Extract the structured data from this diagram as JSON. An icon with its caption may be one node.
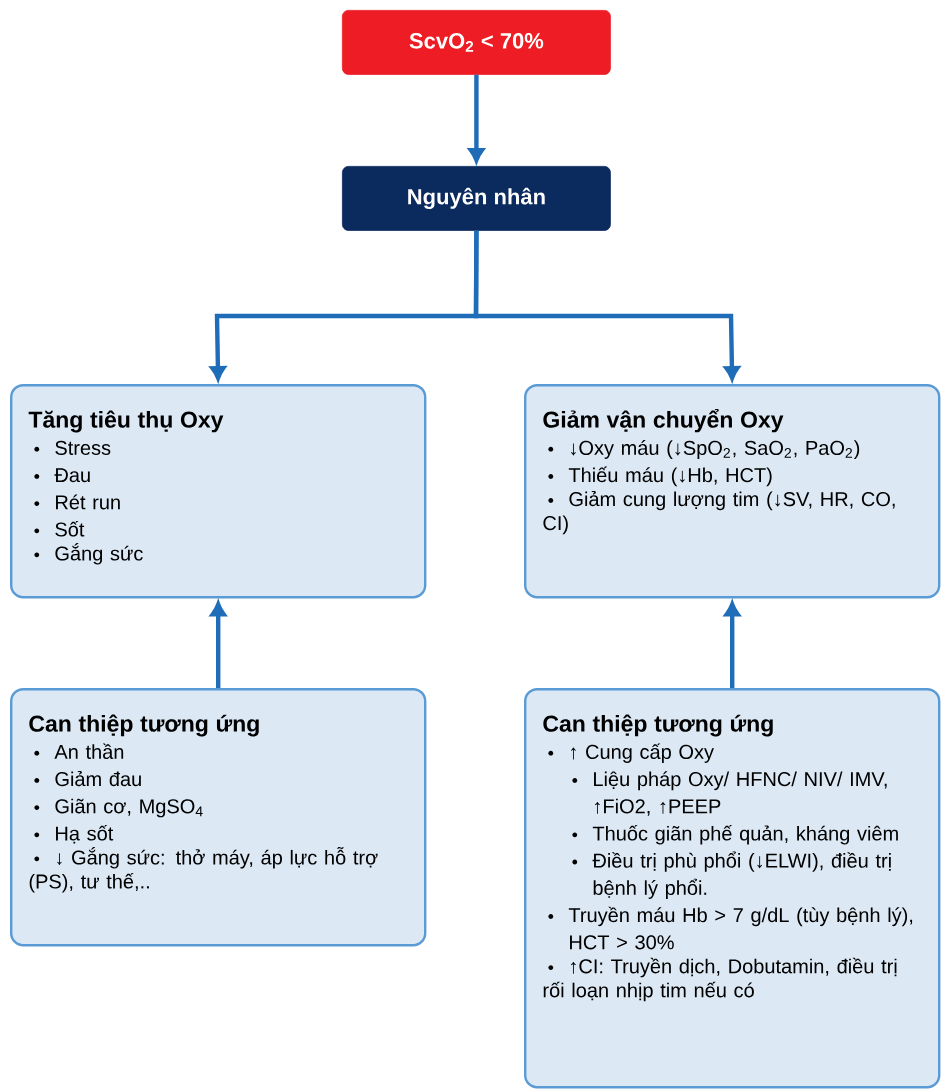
{
  "diagram": {
    "nodes": [
      {
        "text": [
          "ScvO$_{2}$ < 70%"
        ]
      },
      {
        "text": [
          "Nguyên nhân"
        ]
      },
      {
        "text": [
          "Tăng tiêu thụ Oxy",
          "Stress",
          "Đau",
          "Rét run",
          "Sốt",
          "Gắng sức"
        ]
      },
      {
        "text": [
          "Giảm vận chuyển Oxy",
          "↓Oxy máu (↓SpO$_{2}$, SaO$_{2}$, PaO$_{2}$)",
          "Thiếu máu (↓Hb, HCT)",
          "Giảm cung lượng tim (↓SV, HR, CO, CI)"
        ]
      },
      {
        "text": [
          "Can thiệp tương ứng",
          "An thần",
          "Giảm đau",
          "Giãn cơ, MgSO$_{4}$",
          "Hạ sốt",
          "↓ Gắng sức: thở máy, áp lực hỗ trợ (PS), tư thế,.."
        ]
      },
      {
        "text": [
          "Can thiệp tương ứng",
          "↑ Cung cấp Oxy",
          "Liệu pháp Oxy/ HFNC/ NIV/ IMV, ↑FiO2, ↑PEEP",
          "Thuốc giãn phế quản, kháng viêm",
          "Điều trị phù phổi (↓ELWI), điều trị bệnh lý phổi.",
          "Truyền máu Hb > 7 g/dL (tùy bệnh lý), HCT > 30%",
          "↑CI: Truyền dịch, Dobutamin, điều trị rối loạn nhịp tim nếu có"
        ]
      }
    ],
    "edges": [
      {
        "from": 0,
        "to": 1,
        "arrow": "to"
      },
      {
        "from": 1,
        "to": 2,
        "arrow": "to"
      },
      {
        "from": 1,
        "to": 3,
        "arrow": "to"
      },
      {
        "from": 4,
        "to": 2,
        "arrow": "to"
      },
      {
        "from": 5,
        "to": 3,
        "arrow": "to"
      }
    ]
  }
}
